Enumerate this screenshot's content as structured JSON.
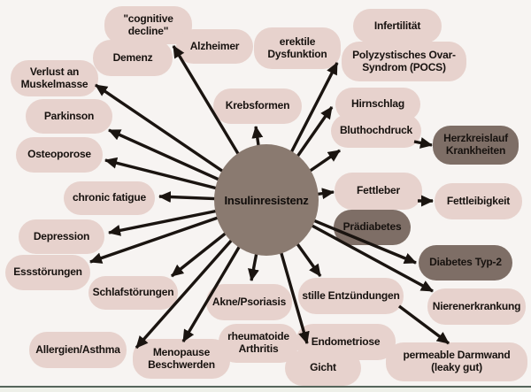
{
  "diagram": {
    "center": {
      "label": "Insulinresistenz"
    },
    "nodes": [
      {
        "id": "cognitive-decline",
        "label": "\"cognitive decline\"",
        "style": "light"
      },
      {
        "id": "demenz",
        "label": "Demenz",
        "style": "light"
      },
      {
        "id": "alzheimer",
        "label": "Alzheimer",
        "style": "light"
      },
      {
        "id": "erektile-dysfunktion",
        "label": "erektile Dysfunktion",
        "style": "light"
      },
      {
        "id": "infertilitaet",
        "label": "Infertilität",
        "style": "light"
      },
      {
        "id": "pocs",
        "label": "Polyzystisches Ovar-Syndrom (POCS)",
        "style": "light"
      },
      {
        "id": "verlust-muskelmasse",
        "label": "Verlust an Muskelmasse",
        "style": "light"
      },
      {
        "id": "krebsformen",
        "label": "Krebsformen",
        "style": "light"
      },
      {
        "id": "hirnschlag",
        "label": "Hirnschlag",
        "style": "light"
      },
      {
        "id": "bluthochdruck",
        "label": "Bluthochdruck",
        "style": "light"
      },
      {
        "id": "herzkreislauf",
        "label": "Herzkreislauf Krankheiten",
        "style": "dark"
      },
      {
        "id": "parkinson",
        "label": "Parkinson",
        "style": "light"
      },
      {
        "id": "osteoporose",
        "label": "Osteoporose",
        "style": "light"
      },
      {
        "id": "chronic-fatigue",
        "label": "chronic fatigue",
        "style": "light"
      },
      {
        "id": "fettleber",
        "label": "Fettleber",
        "style": "light"
      },
      {
        "id": "fettleibigkeit",
        "label": "Fettleibigkeit",
        "style": "light"
      },
      {
        "id": "praediabetes",
        "label": "Prädiabetes",
        "style": "dark"
      },
      {
        "id": "diabetes-typ2",
        "label": "Diabetes Typ-2",
        "style": "dark"
      },
      {
        "id": "depression",
        "label": "Depression",
        "style": "light"
      },
      {
        "id": "essstoerungen",
        "label": "Essstörungen",
        "style": "light"
      },
      {
        "id": "schlafstoerungen",
        "label": "Schlafstörungen",
        "style": "light"
      },
      {
        "id": "akne-psoriasis",
        "label": "Akne/Psoriasis",
        "style": "light"
      },
      {
        "id": "stille-entzuendungen",
        "label": "stille Entzündungen",
        "style": "light"
      },
      {
        "id": "nierenerkrankung",
        "label": "Nierenerkrankung",
        "style": "light"
      },
      {
        "id": "rheumatoide-arthritis",
        "label": "rheumatoide Arthritis",
        "style": "light"
      },
      {
        "id": "endometriose",
        "label": "Endometriose",
        "style": "light"
      },
      {
        "id": "gicht",
        "label": "Gicht",
        "style": "light"
      },
      {
        "id": "allergien-asthma",
        "label": "Allergien/Asthma",
        "style": "light"
      },
      {
        "id": "menopause",
        "label": "Menopause Beschwerden",
        "style": "light"
      },
      {
        "id": "permeable-darmwand",
        "label": "permeable Darmwand (leaky gut)",
        "style": "light"
      }
    ],
    "edges": [
      {
        "from": "Insulinresistenz",
        "to": "Demenz"
      },
      {
        "from": "Insulinresistenz",
        "to": "Verlust an Muskelmasse"
      },
      {
        "from": "Insulinresistenz",
        "to": "Parkinson"
      },
      {
        "from": "Insulinresistenz",
        "to": "Osteoporose"
      },
      {
        "from": "Insulinresistenz",
        "to": "chronic fatigue"
      },
      {
        "from": "Insulinresistenz",
        "to": "Depression"
      },
      {
        "from": "Insulinresistenz",
        "to": "Essstörungen"
      },
      {
        "from": "Insulinresistenz",
        "to": "Schlafstörungen"
      },
      {
        "from": "Insulinresistenz",
        "to": "Allergien/Asthma"
      },
      {
        "from": "Insulinresistenz",
        "to": "Menopause Beschwerden"
      },
      {
        "from": "Insulinresistenz",
        "to": "Akne/Psoriasis"
      },
      {
        "from": "Insulinresistenz",
        "to": "Gicht"
      },
      {
        "from": "Insulinresistenz",
        "to": "stille Entzündungen"
      },
      {
        "from": "Insulinresistenz",
        "to": "Diabetes Typ-2"
      },
      {
        "from": "Insulinresistenz",
        "to": "Nierenerkrankung"
      },
      {
        "from": "Insulinresistenz",
        "to": "Fettleber"
      },
      {
        "from": "Insulinresistenz",
        "to": "Bluthochdruck"
      },
      {
        "from": "Insulinresistenz",
        "to": "Krebsformen"
      },
      {
        "from": "Insulinresistenz",
        "to": "Hirnschlag"
      },
      {
        "from": "Insulinresistenz",
        "to": "erektile Dysfunktion"
      },
      {
        "from": "Bluthochdruck",
        "to": "Herzkreislauf Krankheiten"
      },
      {
        "from": "Fettleber",
        "to": "Fettleibigkeit"
      },
      {
        "from": "stille Entzündungen",
        "to": "permeable Darmwand (leaky gut)"
      }
    ],
    "colors": {
      "background": "#f7f4f2",
      "node_light": "#e7d2cd",
      "node_dark": "#7e6e66",
      "center_circle": "#8a7a70",
      "arrow": "#1a1410",
      "bottom_line": "#56655b"
    }
  }
}
